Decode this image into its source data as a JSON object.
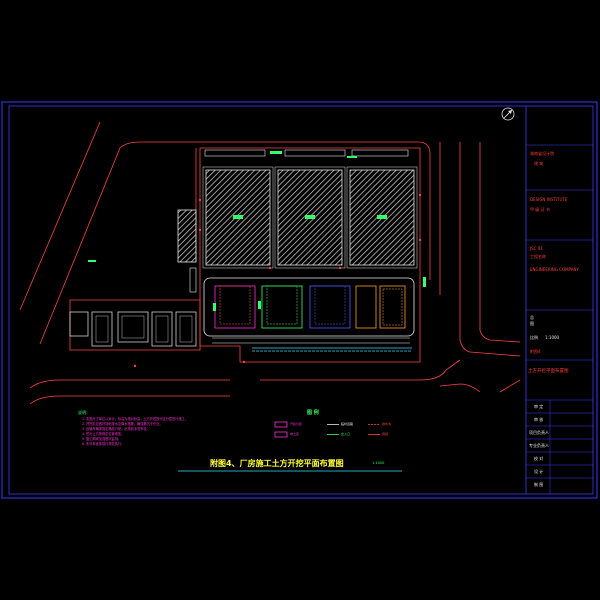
{
  "colors": {
    "frame": "#3a3aff",
    "road": "#ff4040",
    "hatch": "#bdbdbd",
    "green": "#33ff66",
    "magenta": "#ff2fd6",
    "yellow": "#ffff33",
    "cyan": "#33e0ff",
    "orange": "#ff9a2a",
    "blue": "#4d5bff",
    "white": "#e8e8e8"
  },
  "title_block": {
    "company": "湖南省设计院",
    "company_sub": "建 筑",
    "certificate": "DESIGN INSTITUTE",
    "certificate_no": "甲 级 证 书",
    "project_label": "工程名称",
    "project_code": "JSC 01",
    "client": "ENGINEERING COMPANY",
    "sheet_mark_1": "总",
    "sheet_mark_2": "图",
    "scale_label": "比例",
    "scale_value": "1:1000",
    "sheet_no": "附图4",
    "drawing_title": "土方开挖平面布置图",
    "rows": [
      "审 定",
      "审 核",
      "项目负责人",
      "专业负责人",
      "校 对",
      "设 计",
      "制 图"
    ]
  },
  "notes": {
    "heading": "说明：",
    "items": [
      "1. 本图尺寸单位以米计，标高为相对标高。土方开挖按分区分层进行施工。",
      "2. 开挖前应做好场地排水及降水措施，确保基坑干作业。",
      "3. 运输车辆按指定路线行驶，出场前冲洗车轮。",
      "4. 挖出土方按指定位置堆放。",
      "5. 施工期间加强基坑监测。",
      "6. 未尽事宜按现行规范执行。"
    ]
  },
  "legend": {
    "heading": "图 例",
    "items": [
      {
        "label": "开挖分区",
        "color": "#ff2fd6"
      },
      {
        "label": "临时道路",
        "color": "#e8e8e8"
      },
      {
        "label": "排水沟",
        "color": "#ff4040"
      },
      {
        "label": "堆土区",
        "color": "#ff2fd6"
      },
      {
        "label": "出入口",
        "color": "#33ff66"
      },
      {
        "label": "围挡",
        "color": "#ff4040"
      }
    ]
  },
  "drawing_title": "附图4、厂房施工土方开挖平面布置图",
  "drawing_scale": "1:1000"
}
